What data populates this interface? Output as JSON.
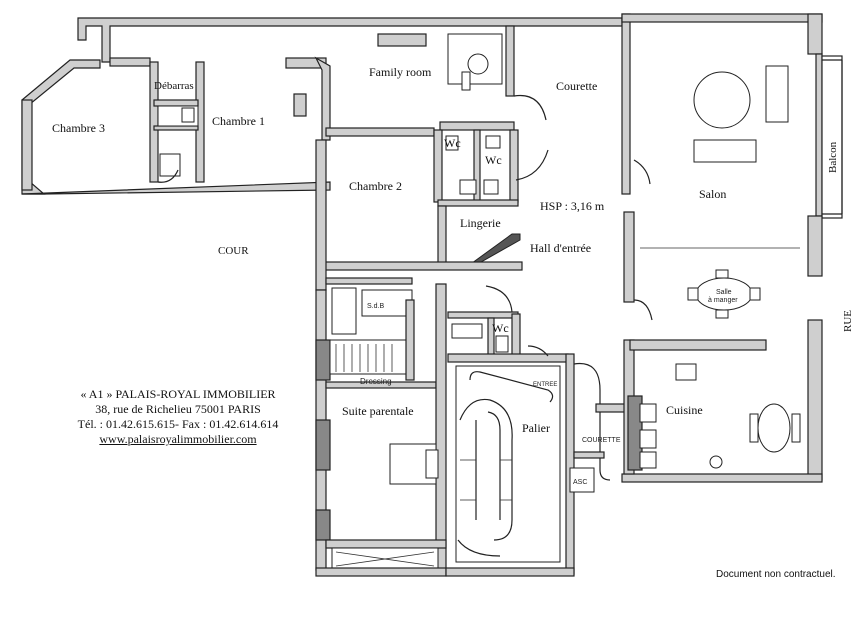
{
  "rooms": {
    "chambre3": "Chambre 3",
    "debarras": "Débarras",
    "chambre1": "Chambre 1",
    "family_room": "Family room",
    "courette_top": "Courette",
    "wc1": "Wc",
    "wc2": "Wc",
    "chambre2": "Chambre 2",
    "hsp": "HSP : 3,16 m",
    "lingerie": "Lingerie",
    "hall": "Hall d'entrée",
    "salon": "Salon",
    "balcon": "Balcon",
    "cour": "COUR",
    "rue": "RUE",
    "salle_a_manger_1": "Salle",
    "salle_a_manger_2": "à manger",
    "wc3": "Wc",
    "entree": "ENTREE",
    "dressing": "Dressing",
    "suite_parentale": "Suite parentale",
    "palier": "Palier",
    "courette_bottom": "COURETTE",
    "asc": "ASC",
    "cuisine": "Cuisine",
    "sdb": "S.d.B"
  },
  "agency": {
    "name": "« A1 » PALAIS-ROYAL IMMOBILIER",
    "address": "38, rue de Richelieu  75001 PARIS",
    "phone": "Tél. : 01.42.615.615- Fax : 01.42.614.614",
    "website": "www.palaisroyalimmobilier.com"
  },
  "disclaimer": "Document non contractuel."
}
